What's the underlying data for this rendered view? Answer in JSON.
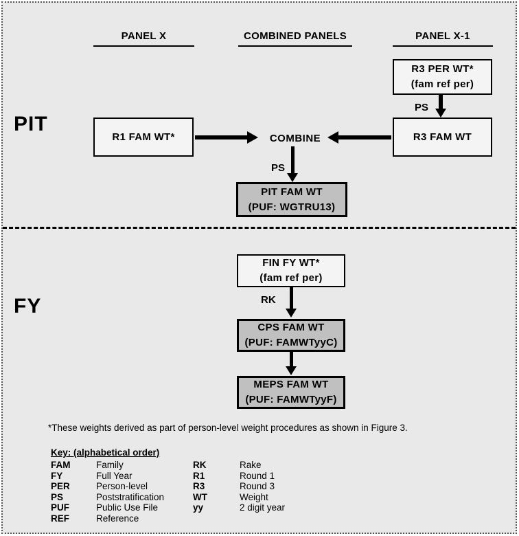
{
  "figure": {
    "sections": {
      "pit": {
        "label": "PIT",
        "headers": {
          "panel_x": "PANEL X",
          "combined_panels": "COMBINED PANELS",
          "panel_x1": "PANEL X-1"
        },
        "nodes": {
          "r3_per_wt": {
            "line1": "R3 PER WT*",
            "line2": "(fam ref per)"
          },
          "r1_fam_wt": {
            "line1": "R1 FAM WT*"
          },
          "combine": {
            "label": "COMBINE"
          },
          "r3_fam_wt": {
            "line1": "R3 FAM WT"
          },
          "pit_fam_wt": {
            "line1": "PIT FAM WT",
            "line2": "(PUF: WGTRU13)"
          }
        },
        "arrow_labels": {
          "ps_right": "PS",
          "ps_center": "PS"
        }
      },
      "fy": {
        "label": "FY",
        "nodes": {
          "fin_fy_wt": {
            "line1": "FIN FY WT*",
            "line2": "(fam ref per)"
          },
          "cps_fam_wt": {
            "line1": "CPS FAM WT",
            "line2": "(PUF: FAMWTyyC)"
          },
          "meps_fam_wt": {
            "line1": "MEPS FAM WT",
            "line2": "(PUF: FAMWTyyF)"
          }
        },
        "arrow_labels": {
          "rk": "RK"
        }
      }
    },
    "footnote": "*These weights derived as part of person-level weight procedures as shown in Figure 3.",
    "key": {
      "title": "Key: (alphabetical order)",
      "left": [
        {
          "abbr": "FAM",
          "def": "Family"
        },
        {
          "abbr": "FY",
          "def": "Full Year"
        },
        {
          "abbr": "PER",
          "def": "Person-level"
        },
        {
          "abbr": "PS",
          "def": "Poststratification"
        },
        {
          "abbr": "PUF",
          "def": "Public Use File"
        },
        {
          "abbr": "REF",
          "def": "Reference"
        }
      ],
      "right": [
        {
          "abbr": "RK",
          "def": "Rake"
        },
        {
          "abbr": "R1",
          "def": "Round 1"
        },
        {
          "abbr": "R3",
          "def": "Round 3"
        },
        {
          "abbr": "WT",
          "def": "Weight"
        },
        {
          "abbr": "yy",
          "def": "2 digit year"
        }
      ]
    },
    "colors": {
      "background": "#e9e9e9",
      "white_box_fill": "#f4f4f4",
      "gray_box_fill": "#c0c0c0",
      "line": "#000000"
    }
  }
}
